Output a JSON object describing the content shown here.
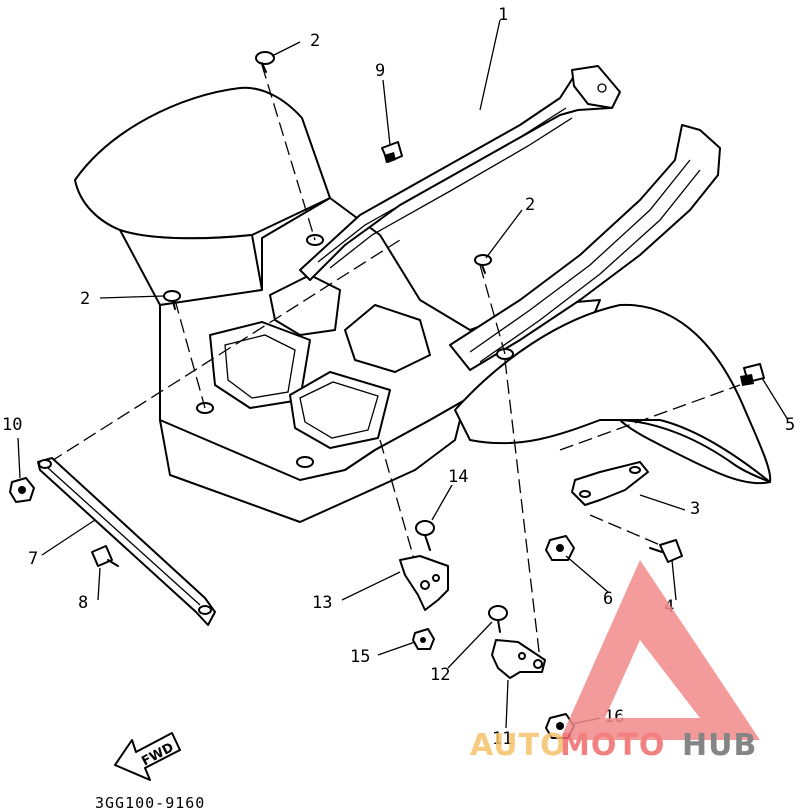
{
  "diagram": {
    "part_code": "3GG100-9160",
    "fwd_label": "FWD",
    "callouts": [
      {
        "id": "c1",
        "text": "1"
      },
      {
        "id": "c2a",
        "text": "2"
      },
      {
        "id": "c2b",
        "text": "2"
      },
      {
        "id": "c2c",
        "text": "2"
      },
      {
        "id": "c3",
        "text": "3"
      },
      {
        "id": "c4",
        "text": "4"
      },
      {
        "id": "c5",
        "text": "5"
      },
      {
        "id": "c6",
        "text": "6"
      },
      {
        "id": "c7",
        "text": "7"
      },
      {
        "id": "c8",
        "text": "8"
      },
      {
        "id": "c9",
        "text": "9"
      },
      {
        "id": "c10",
        "text": "10"
      },
      {
        "id": "c11",
        "text": "11"
      },
      {
        "id": "c12",
        "text": "12"
      },
      {
        "id": "c13",
        "text": "13"
      },
      {
        "id": "c14",
        "text": "14"
      },
      {
        "id": "c15",
        "text": "15"
      },
      {
        "id": "c16",
        "text": "16"
      }
    ]
  },
  "watermark": {
    "part1": "AUTO",
    "part2": "MOTO",
    "part3": "HUB",
    "color1": "#f5c36a",
    "color2": "#f26b6b",
    "color3": "#707070",
    "triangle_color": "#f28a8a"
  }
}
